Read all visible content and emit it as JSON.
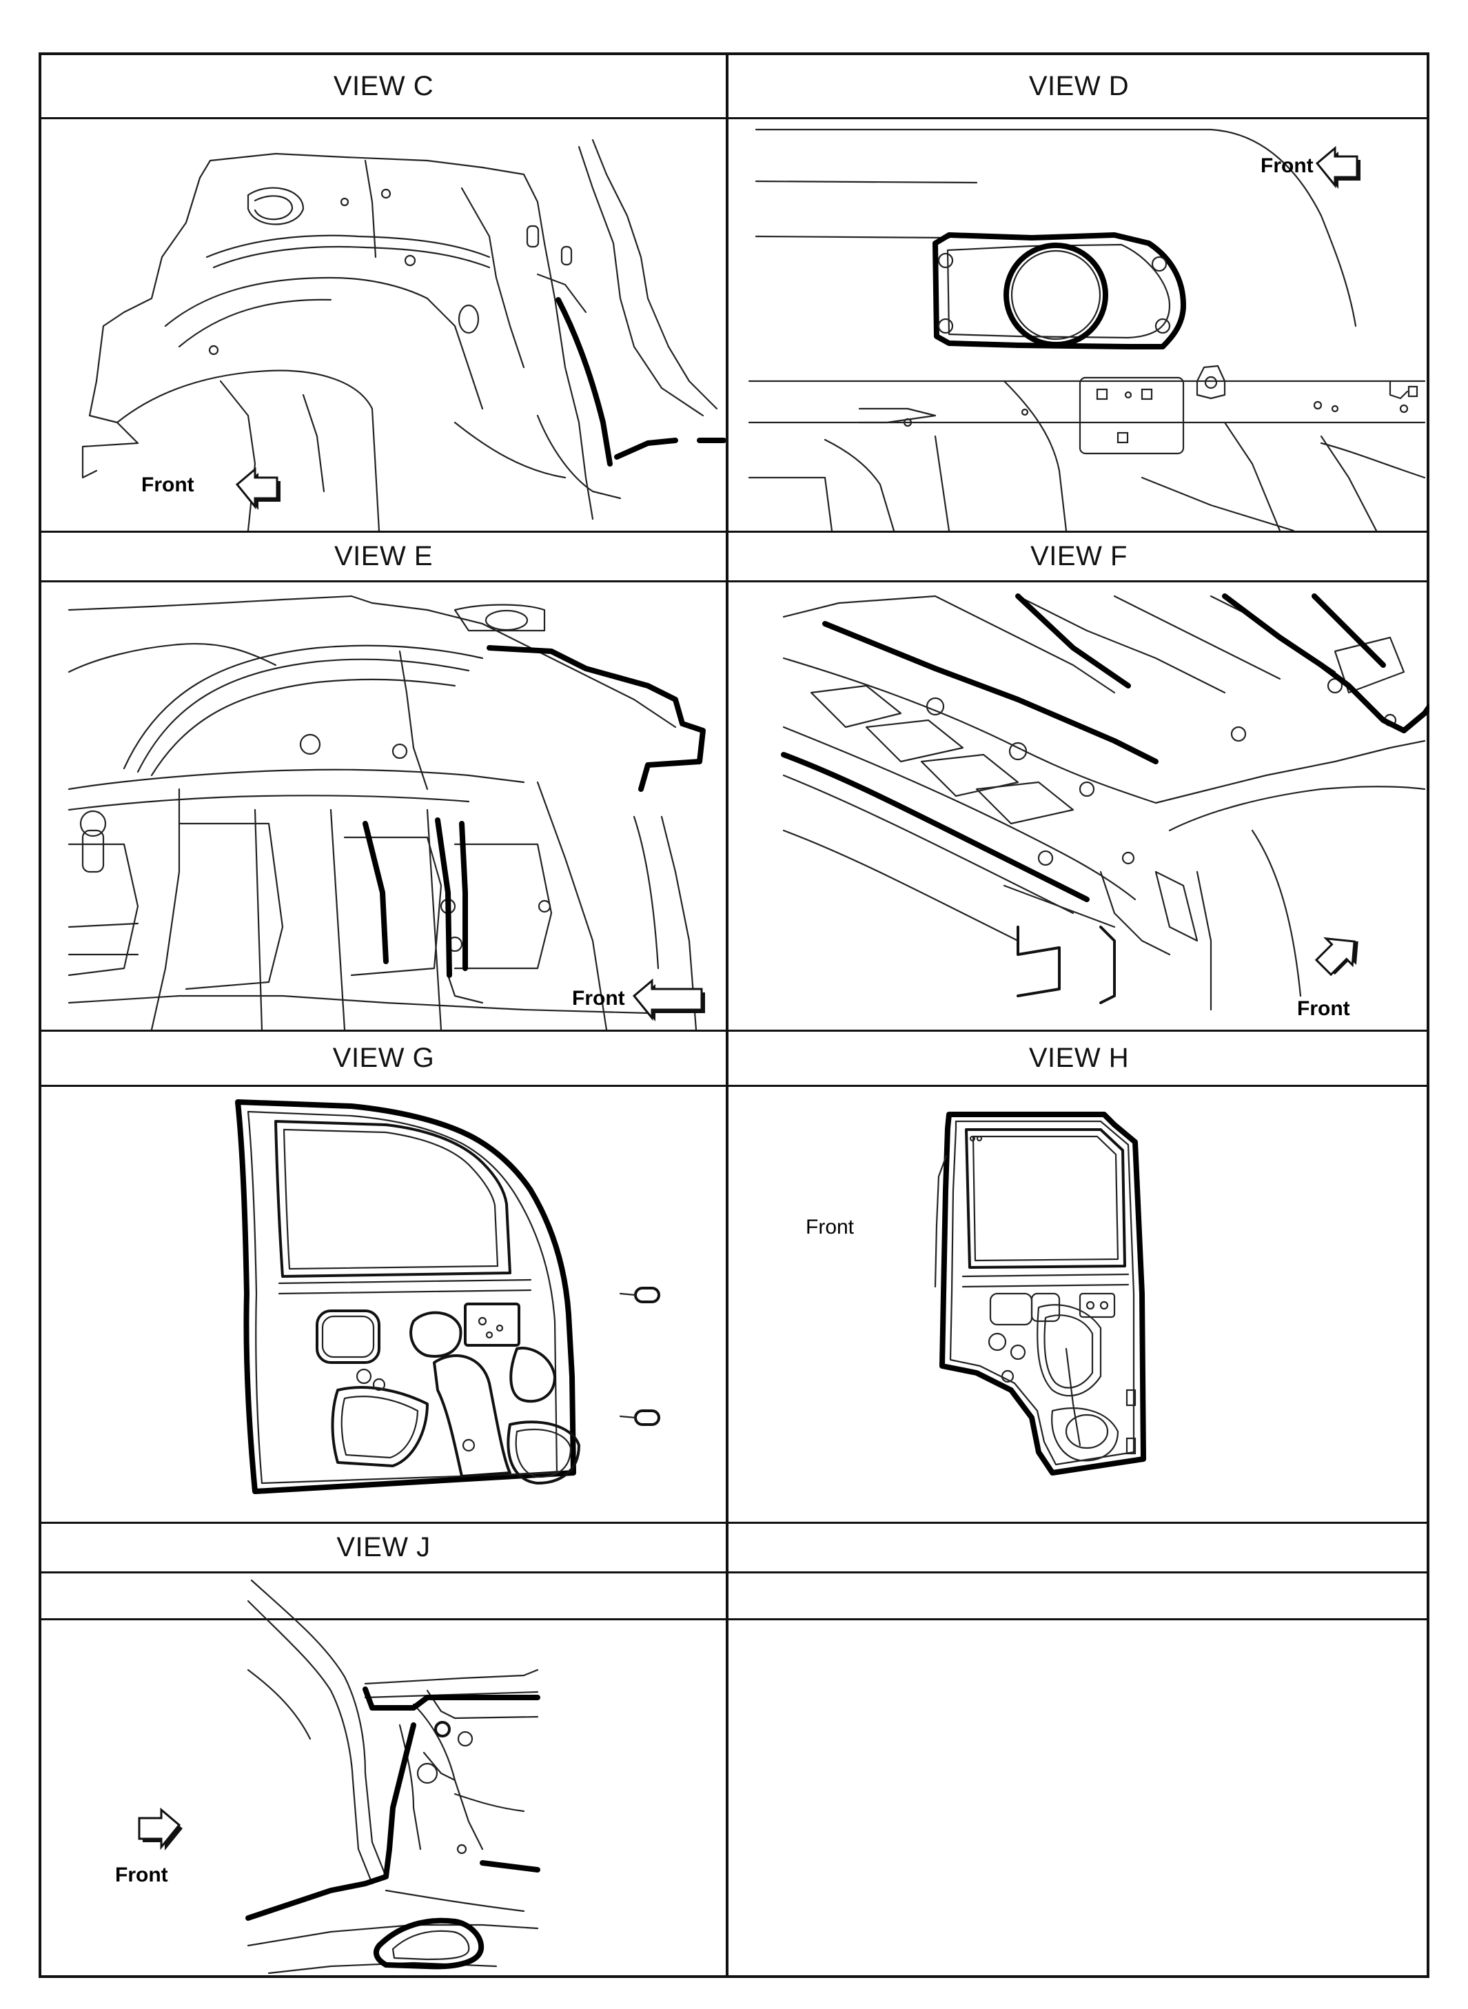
{
  "views": [
    {
      "id": "C",
      "title": "VIEW C",
      "front_label": "Front",
      "front_direction": "left"
    },
    {
      "id": "D",
      "title": "VIEW D",
      "front_label": "Front",
      "front_direction": "left"
    },
    {
      "id": "E",
      "title": "VIEW E",
      "front_label": "Front",
      "front_direction": "left"
    },
    {
      "id": "F",
      "title": "VIEW F",
      "front_label": "Front",
      "front_direction": "up-right"
    },
    {
      "id": "G",
      "title": "VIEW G"
    },
    {
      "id": "H",
      "title": "VIEW H",
      "front_label": "Front"
    },
    {
      "id": "J",
      "title": "VIEW J",
      "front_label": "Front",
      "front_direction": "right"
    },
    {
      "id": "empty",
      "title": ""
    }
  ]
}
